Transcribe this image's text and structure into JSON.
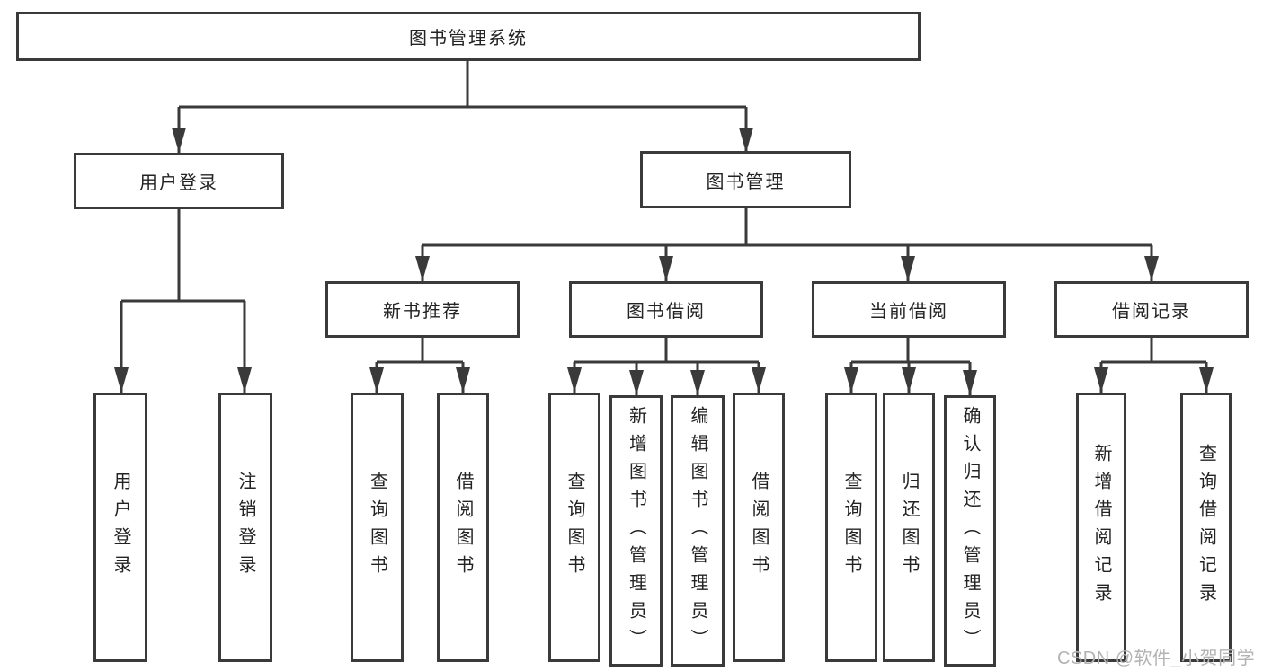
{
  "diagram": {
    "root": {
      "label": "图书管理系统"
    },
    "level2": [
      {
        "label": "用户登录"
      },
      {
        "label": "图书管理"
      }
    ],
    "level3": [
      {
        "label": "新书推荐"
      },
      {
        "label": "图书借阅"
      },
      {
        "label": "当前借阅"
      },
      {
        "label": "借阅记录"
      }
    ],
    "leaves": [
      {
        "label": "用户登录"
      },
      {
        "label": "注销登录"
      },
      {
        "label": "查询图书"
      },
      {
        "label": "借阅图书"
      },
      {
        "label": "查询图书"
      },
      {
        "label": "新增图书（管理员）"
      },
      {
        "label": "编辑图书（管理员）"
      },
      {
        "label": "借阅图书"
      },
      {
        "label": "查询图书"
      },
      {
        "label": "归还图书"
      },
      {
        "label": "确认归还（管理员）"
      },
      {
        "label": "新增借阅记录"
      },
      {
        "label": "查询借阅记录"
      }
    ]
  },
  "watermark": {
    "text": "CSDN @软件_小贺同学"
  },
  "colors": {
    "line": "#3a3a3a",
    "text": "#232323",
    "watermark": "#b3b3b3",
    "background": "#ffffff"
  }
}
